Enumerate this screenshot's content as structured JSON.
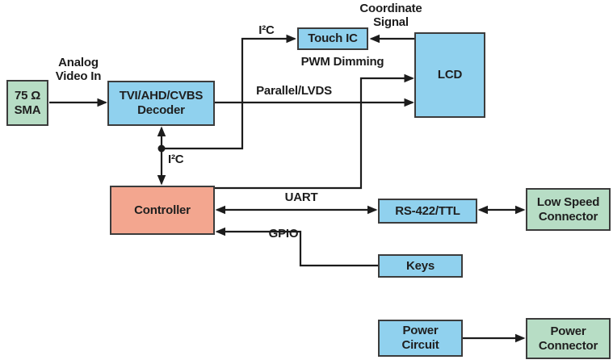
{
  "diagram": {
    "type": "block-diagram",
    "blocks": {
      "sma": {
        "label": "75 Ω\nSMA",
        "fill": "#b7ddc5"
      },
      "decoder": {
        "label": "TVI/AHD/CVBS\nDecoder",
        "fill": "#90d1ee"
      },
      "touch_ic": {
        "label": "Touch IC",
        "fill": "#90d1ee"
      },
      "lcd": {
        "label": "LCD",
        "fill": "#90d1ee"
      },
      "controller": {
        "label": "Controller",
        "fill": "#f3a68f"
      },
      "rs422": {
        "label": "RS-422/TTL",
        "fill": "#90d1ee"
      },
      "low_speed_connector": {
        "label": "Low Speed\nConnector",
        "fill": "#b7ddc5"
      },
      "keys": {
        "label": "Keys",
        "fill": "#90d1ee"
      },
      "power_circuit": {
        "label": "Power\nCircuit",
        "fill": "#90d1ee"
      },
      "power_connector": {
        "label": "Power\nConnector",
        "fill": "#b7ddc5"
      }
    },
    "wire_labels": {
      "analog_video_in": "Analog\nVideo In",
      "i2c_touch": "I²C",
      "coordinate_signal": "Coordinate\nSignal",
      "pwm_dimming": "PWM Dimming",
      "parallel_lvds": "Parallel/LVDS",
      "i2c_controller": "I²C",
      "uart": "UART",
      "gpio": "GPIO"
    },
    "connections": [
      {
        "from": "sma",
        "to": "decoder",
        "label": "Analog Video In",
        "direction": "one-way"
      },
      {
        "from": "decoder",
        "to": "lcd",
        "label": "Parallel/LVDS",
        "direction": "one-way"
      },
      {
        "from": "controller",
        "to": "lcd",
        "label": "PWM Dimming",
        "direction": "one-way"
      },
      {
        "from": "decoder",
        "to": "controller",
        "label": "I²C",
        "direction": "two-way"
      },
      {
        "from": "controller",
        "to": "touch_ic",
        "label": "I²C",
        "direction": "one-way"
      },
      {
        "from": "lcd",
        "to": "touch_ic",
        "label": "Coordinate Signal",
        "direction": "one-way"
      },
      {
        "from": "controller",
        "to": "rs422",
        "label": "UART",
        "direction": "two-way"
      },
      {
        "from": "rs422",
        "to": "low_speed_connector",
        "label": "",
        "direction": "two-way"
      },
      {
        "from": "keys",
        "to": "controller",
        "label": "GPIO",
        "direction": "one-way"
      },
      {
        "from": "power_circuit",
        "to": "power_connector",
        "label": "",
        "direction": "one-way"
      }
    ],
    "colors": {
      "background": "#ffffff",
      "block_border": "#3c3c3c",
      "wire": "#1c1c1c",
      "text": "#1f1f1f",
      "blue": "#90d1ee",
      "green": "#b7ddc5",
      "salmon": "#f3a68f"
    }
  }
}
